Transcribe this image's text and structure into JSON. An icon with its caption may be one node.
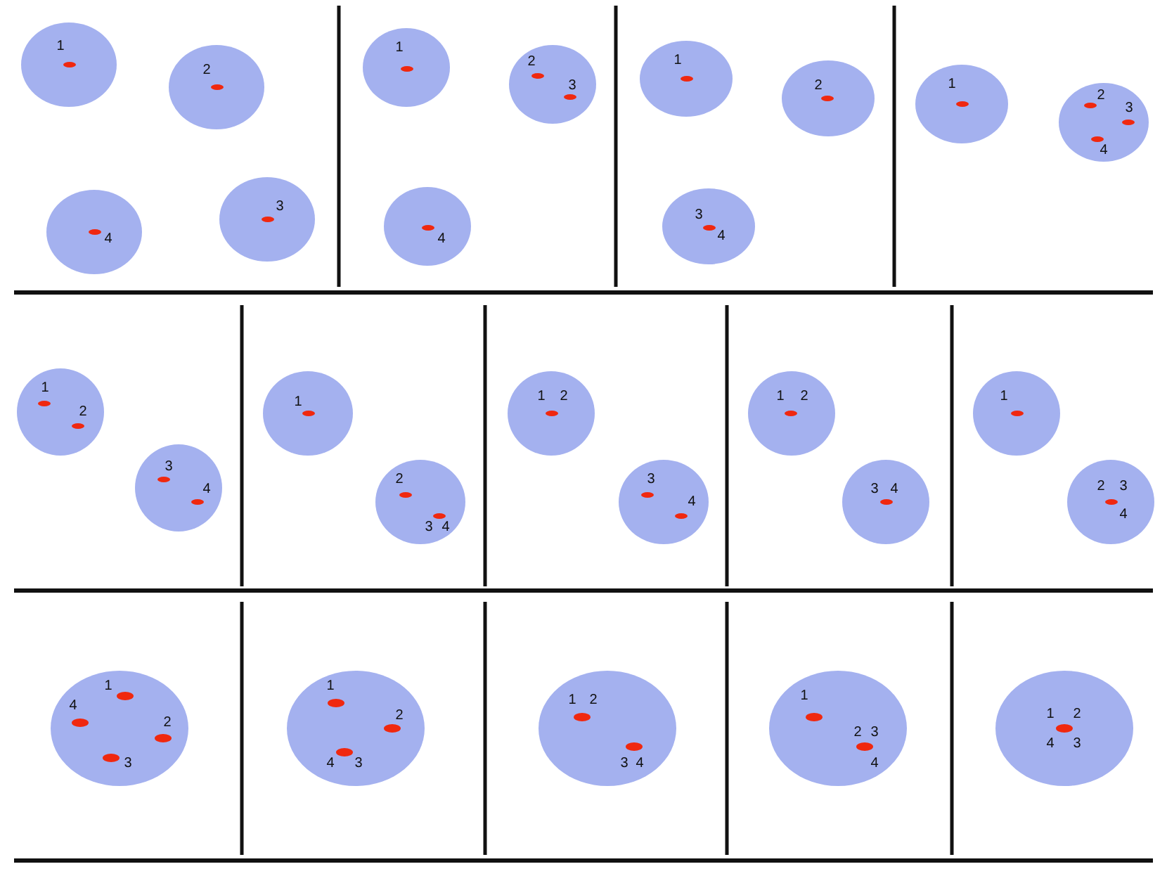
{
  "diagram": {
    "nodes": [
      {
        "text": [
          "1"
        ]
      },
      {
        "text": [
          "2"
        ]
      },
      {
        "text": [
          "4"
        ]
      },
      {
        "text": [
          "3"
        ]
      },
      {
        "text": [
          "1"
        ]
      },
      {
        "text": [
          "2",
          "3"
        ]
      },
      {
        "text": [
          "4"
        ]
      },
      {
        "text": [
          "1"
        ]
      },
      {
        "text": [
          "2"
        ]
      },
      {
        "text": [
          "3",
          "4"
        ]
      },
      {
        "text": [
          "1"
        ]
      },
      {
        "text": [
          "2",
          "3",
          "4"
        ]
      },
      {
        "text": [
          "1",
          "2"
        ]
      },
      {
        "text": [
          "3",
          "4"
        ]
      },
      {
        "text": [
          "1"
        ]
      },
      {
        "text": [
          "2",
          "3",
          "4"
        ]
      },
      {
        "text": [
          "1",
          "2"
        ]
      },
      {
        "text": [
          "3",
          "4"
        ]
      },
      {
        "text": [
          "1",
          "2"
        ]
      },
      {
        "text": [
          "3",
          "4"
        ]
      },
      {
        "text": [
          "1"
        ]
      },
      {
        "text": [
          "2",
          "3",
          "4"
        ]
      },
      {
        "text": [
          "1",
          "4",
          "2",
          "3"
        ]
      },
      {
        "text": [
          "1",
          "2",
          "4",
          "3"
        ]
      },
      {
        "text": [
          "1",
          "2",
          "3",
          "4"
        ]
      },
      {
        "text": [
          "1",
          "2",
          "3",
          "4"
        ]
      },
      {
        "text": [
          "1",
          "2",
          "4",
          "3"
        ]
      }
    ]
  }
}
